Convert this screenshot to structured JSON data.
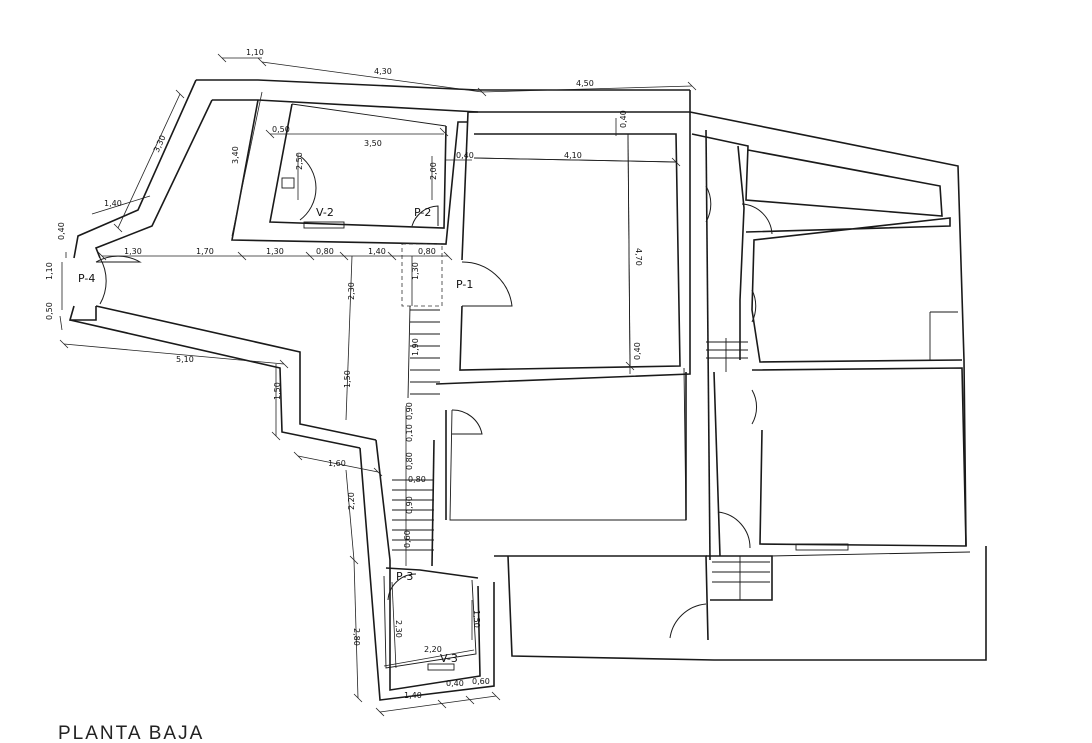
{
  "plan_title": "PLANTA BAJA",
  "room_labels": {
    "p1": "P-1",
    "p2": "P-2",
    "p3": "P-3",
    "p4": "P-4",
    "v2": "V-2",
    "v3": "V-3"
  },
  "dimensions": {
    "top_110": "1,10",
    "top_430": "4,30",
    "top_450": "4,50",
    "left_330": "3,30",
    "left_140": "1,40",
    "left_040": "0,40",
    "left_110": "1,10",
    "left_050": "0,50",
    "room_050": "0,50",
    "room_350": "3,50",
    "room_340": "3,40",
    "room_250": "2,50",
    "room_200": "2,00",
    "room_040a": "0,40",
    "room_040b": "0,40",
    "room_410": "4,10",
    "room_470": "4,70",
    "room_040c": "0,40",
    "h_130": "1,30",
    "h_170": "1,70",
    "h_130b": "1,30",
    "h_080": "0,80",
    "h_140": "1,40",
    "h_080b": "0,80",
    "v_130": "1,30",
    "v_230": "2,30",
    "v_190": "1,90",
    "v_150": "1,50",
    "b_510": "5,10",
    "b_150": "1,50",
    "s_090": "0,90",
    "s_010": "0,10",
    "s_080": "0,80",
    "s_080b": "0,80",
    "s_090b": "0,90",
    "s_060": "0,60",
    "c_160": "1,60",
    "c_220": "2,20",
    "c_280": "2,80",
    "c_230": "2,30",
    "c_150": "1,50",
    "c_220b": "2,20",
    "c_140": "1,40",
    "c_040": "0,40",
    "c_060": "0,60"
  }
}
